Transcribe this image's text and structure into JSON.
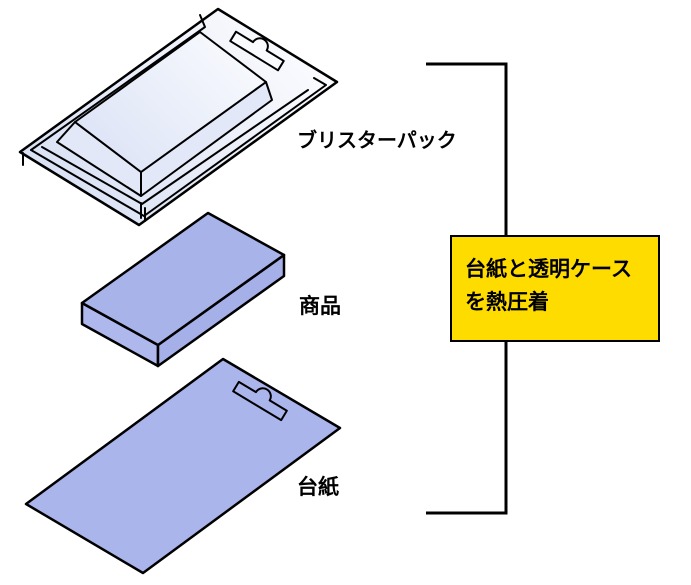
{
  "labels": {
    "blister_pack": "ブリスターパック",
    "product": "商品",
    "backing_card": "台紙"
  },
  "callout": {
    "line1": "台紙と透明ケース",
    "line2": "を熱圧着",
    "bg_color": "#FFDC00"
  },
  "colors": {
    "outline": "#000000",
    "plastic_highlight": "#fbfcff",
    "plastic_shadow": "#d8e0f4",
    "solid_fill": "#a9b4ea",
    "background": "#ffffff"
  }
}
